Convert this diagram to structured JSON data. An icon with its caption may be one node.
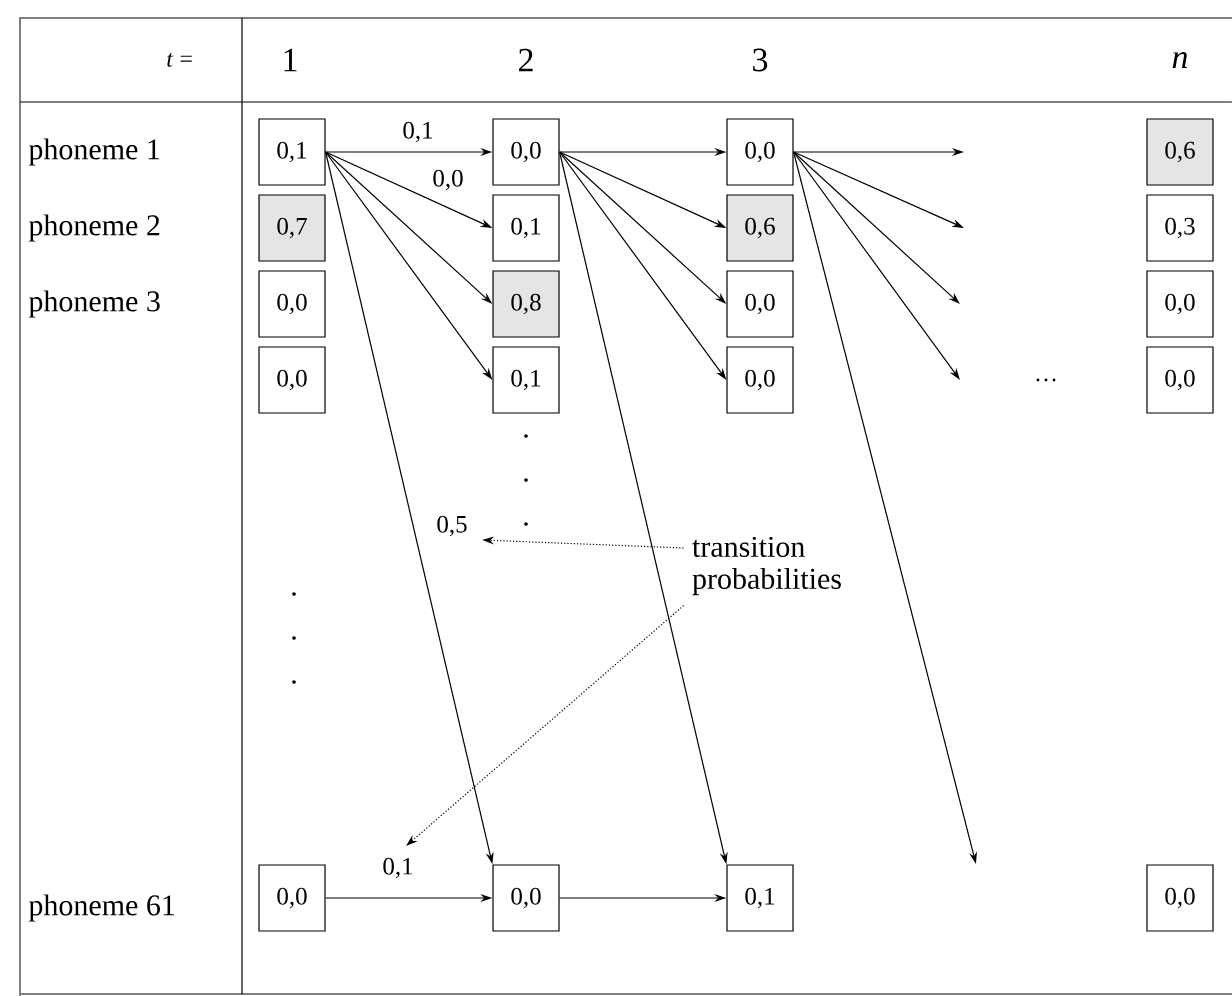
{
  "diagram": {
    "nodes": [
      {
        "text": [
          "0,1"
        ]
      },
      {
        "text": [
          "0,7"
        ]
      },
      {
        "text": [
          "0,0"
        ]
      },
      {
        "text": [
          "0,0"
        ]
      },
      {
        "text": [
          "0,0"
        ]
      },
      {
        "text": [
          "0,0"
        ]
      },
      {
        "text": [
          "0,1"
        ]
      },
      {
        "text": [
          "0,8"
        ]
      },
      {
        "text": [
          "0,1"
        ]
      },
      {
        "text": [
          "0,0"
        ]
      },
      {
        "text": [
          "0,0"
        ]
      },
      {
        "text": [
          "0,6"
        ]
      },
      {
        "text": [
          "0,0"
        ]
      },
      {
        "text": [
          "0,0"
        ]
      },
      {
        "text": [
          "0,1"
        ]
      },
      {
        "text": [
          "0,6"
        ]
      },
      {
        "text": [
          "0,3"
        ]
      },
      {
        "text": [
          "0,0"
        ]
      },
      {
        "text": [
          "0,0"
        ]
      },
      {
        "text": [
          "0,0"
        ]
      },
      {
        "text": [
          "transition probabilities"
        ]
      }
    ],
    "edges": [
      {
        "from": 0,
        "to": 5,
        "arrow": "to",
        "label": "0,1"
      },
      {
        "from": 0,
        "to": 6,
        "arrow": "to",
        "label": "0,0"
      },
      {
        "from": 0,
        "to": 7,
        "arrow": "to"
      },
      {
        "from": 0,
        "to": 8,
        "arrow": "to"
      },
      {
        "from": 0,
        "to": 9,
        "arrow": "to",
        "label": "0,5"
      },
      {
        "from": 5,
        "to": 10,
        "arrow": "to"
      },
      {
        "from": 5,
        "to": 11,
        "arrow": "to"
      },
      {
        "from": 5,
        "to": 12,
        "arrow": "to"
      },
      {
        "from": 5,
        "to": 13,
        "arrow": "to"
      },
      {
        "from": 5,
        "to": 14,
        "arrow": "to"
      },
      {
        "from": 10,
        "to": null,
        "arrow": "to"
      },
      {
        "from": 10,
        "to": null,
        "arrow": "to"
      },
      {
        "from": 10,
        "to": null,
        "arrow": "to"
      },
      {
        "from": 10,
        "to": null,
        "arrow": "to"
      },
      {
        "from": 10,
        "to": null,
        "arrow": "to"
      },
      {
        "from": 4,
        "to": 9,
        "arrow": "to",
        "label": "0,1"
      },
      {
        "from": 9,
        "to": 14,
        "arrow": "to"
      },
      {
        "from": 20,
        "to": null,
        "arrow": "to",
        "style": "dashed"
      },
      {
        "from": 20,
        "to": null,
        "arrow": "to",
        "style": "dashed"
      }
    ],
    "labels": [
      "*t* =",
      "1",
      "2",
      "3",
      "n",
      "phoneme 1",
      "phoneme 2",
      "phoneme 3",
      "…",
      "phoneme 61"
    ]
  }
}
